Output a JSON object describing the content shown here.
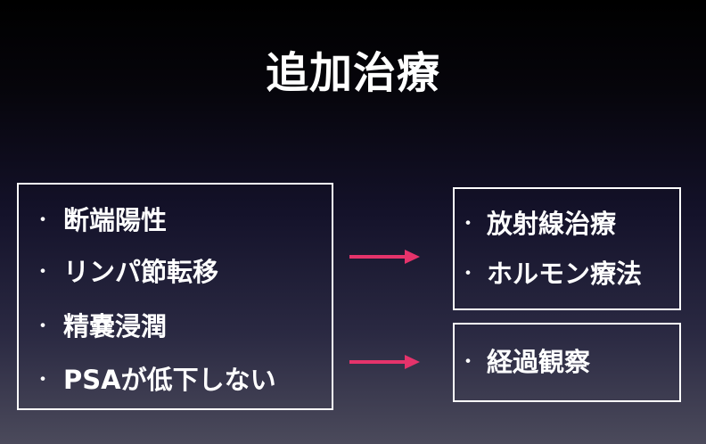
{
  "slide": {
    "title": "追加治療",
    "bullet_symbol": "・",
    "left_box": {
      "items": [
        {
          "label": "断端陽性"
        },
        {
          "label": "リンパ節転移"
        },
        {
          "label": "精嚢浸潤"
        },
        {
          "label": "PSAが低下しない"
        }
      ]
    },
    "right_top_box": {
      "items": [
        {
          "label": "放射線治療"
        },
        {
          "label": "ホルモン療法"
        }
      ]
    },
    "right_bottom_box": {
      "items": [
        {
          "label": "経過観察"
        }
      ]
    },
    "colors": {
      "arrow": "#e5336b",
      "text": "#ffffff",
      "border": "#ffffff"
    }
  }
}
